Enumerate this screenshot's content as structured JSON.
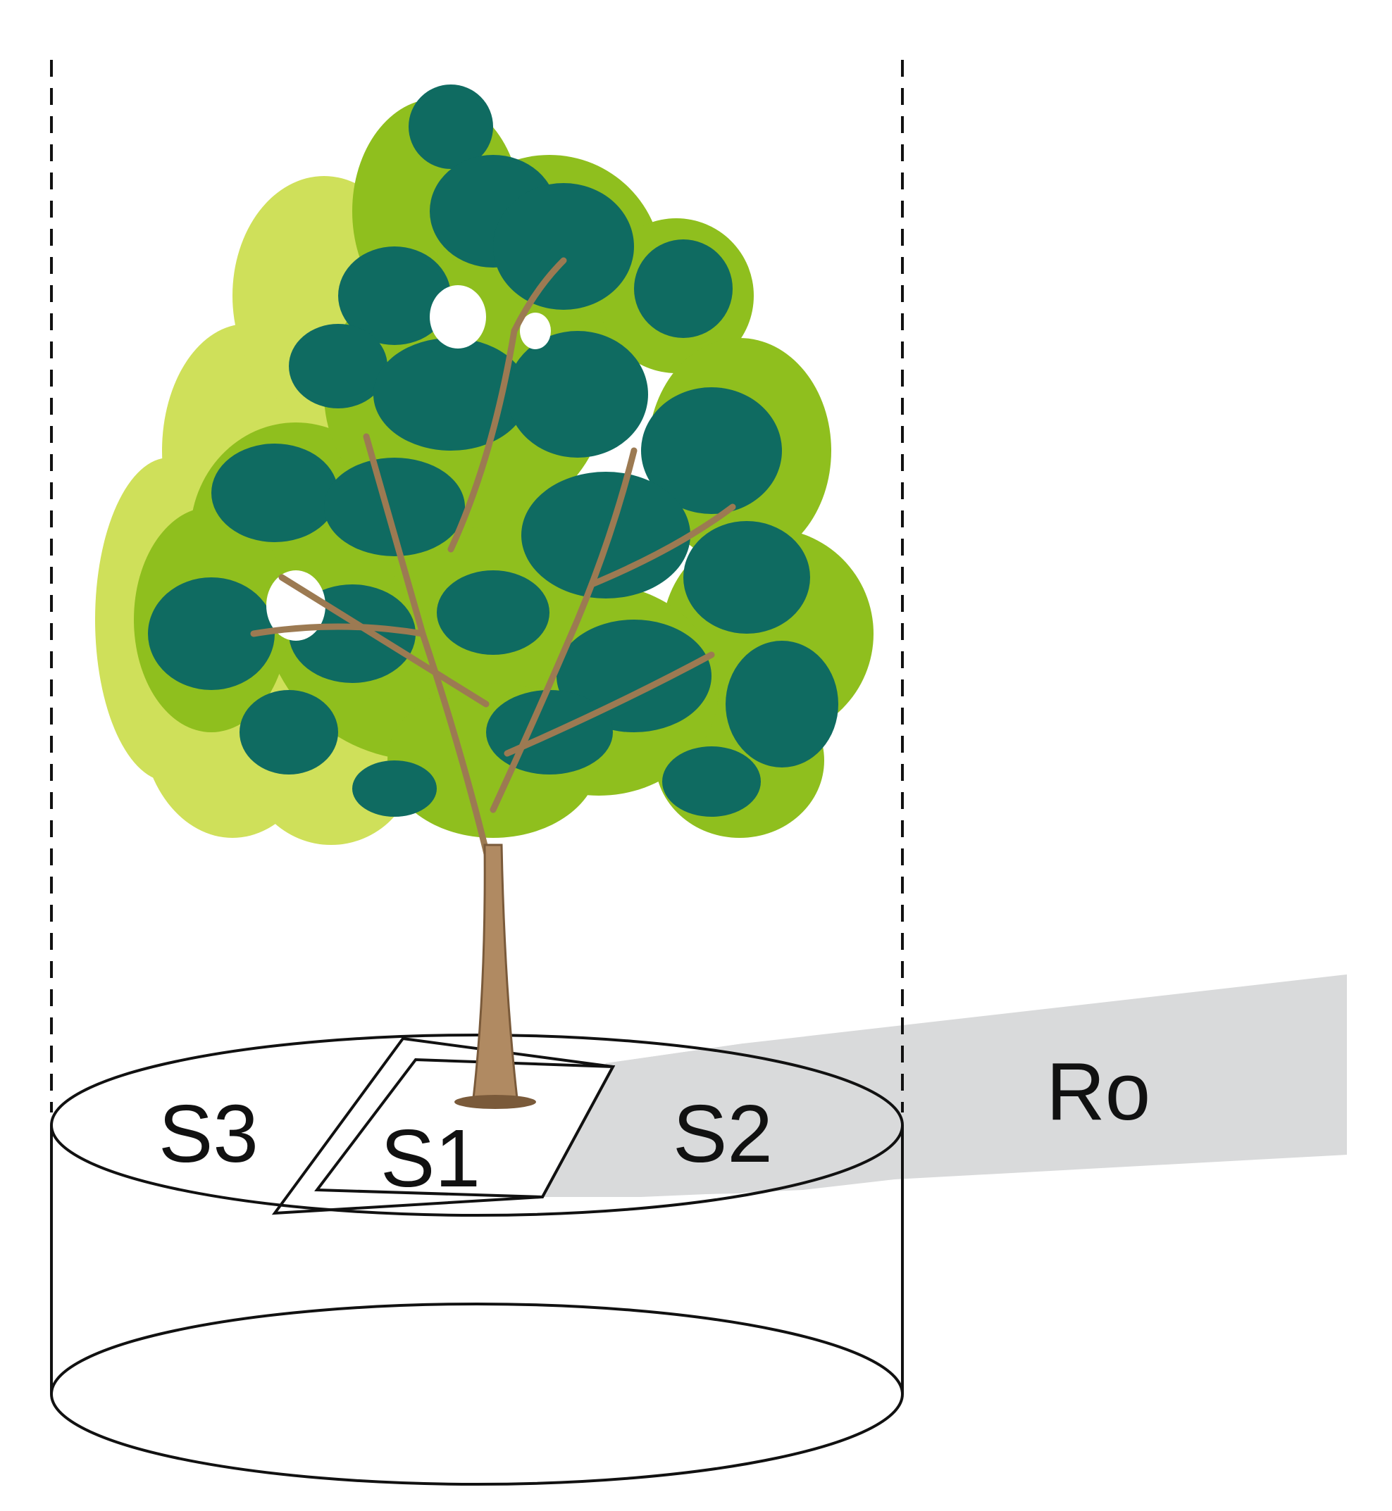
{
  "labels": {
    "s1": "S1",
    "s2": "S2",
    "s3": "S3",
    "ro": "Ro"
  },
  "colors": {
    "line": "#111111",
    "shade": "#d9dadb",
    "leaf_dark": "#0f6b61",
    "leaf_mid": "#8fbf1e",
    "leaf_light": "#cfe05a",
    "trunk": "#b08a62",
    "trunk_dark": "#7a5a3a"
  }
}
